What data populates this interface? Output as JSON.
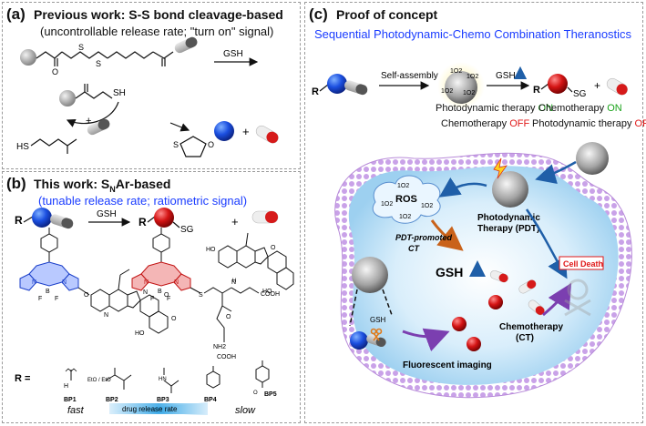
{
  "panel_a": {
    "label": "(a)",
    "title": "Previous work: S-S bond cleavage-based",
    "subtitle": "(uncontrollable release rate; \"turn on\" signal)",
    "reagent": "GSH",
    "plus": "+",
    "sh1": "SH",
    "hs2": "HS",
    "s_ring": "S",
    "o_ring": "O",
    "s_label": "S",
    "s_label2": "S"
  },
  "panel_b": {
    "label": "(b)",
    "title_pre": "This work: S",
    "title_sub": "N",
    "title_post": "Ar-based",
    "subtitle": "(tunable release rate; ratiometric signal)",
    "r_label": "R",
    "reagent": "GSH",
    "sg": "SG",
    "plus": "+",
    "r_eq": "R =",
    "substituents": [
      {
        "name": "BP1",
        "group": "H"
      },
      {
        "name": "BP2",
        "group": "EtO / EtO"
      },
      {
        "name": "BP3",
        "group": "HN"
      },
      {
        "name": "BP4",
        "group": "Ph"
      },
      {
        "name": "BP5",
        "group": "O"
      }
    ],
    "scale_fast": "fast",
    "scale_mid": "drug release rate",
    "scale_slow": "slow",
    "struct_labels": {
      "b": "B",
      "f": "F",
      "n": "N",
      "o": "O",
      "s": "S",
      "ho": "HO",
      "cooh": "COOH",
      "nh2": "NH2",
      "h": "H",
      "nh": "N"
    }
  },
  "panel_c": {
    "label": "(c)",
    "title": "Proof of concept",
    "subtitle": "Sequential Photodynamic-Chemo Combination Theranostics",
    "r_label": "R",
    "self_assembly": "Self-assembly",
    "gsh_up": "GSH",
    "sg": "SG",
    "plus": "+",
    "singlet_o2": "1O2",
    "pdt_label": "Photodynamic therapy",
    "pdt_state": "ON",
    "chemo_label": "Chemotherapy",
    "chemo_state": "OFF",
    "chemo_label2": "Chemotherapy",
    "chemo_state2": "ON",
    "pdt_label2": "Photodynamic therapy",
    "pdt_state2": "OFF",
    "ros": "ROS",
    "pdt_name": "Photodynamic Therapy (PDT)",
    "pdt_name_l1": "Photodynamic",
    "pdt_name_l2": "Therapy (PDT)",
    "pdt_promoted_l1": "PDT-promoted",
    "pdt_promoted_l2": "CT",
    "gsh_center": "GSH",
    "cell_death": "Cell Death",
    "gsh_small": "GSH",
    "chemo_ct_l1": "Chemotherapy",
    "chemo_ct_l2": "(CT)",
    "fluor": "Fluorescent imaging",
    "colors": {
      "accent_blue": "#1a3cff",
      "on": "#1aa31a",
      "off": "#e01818"
    }
  }
}
